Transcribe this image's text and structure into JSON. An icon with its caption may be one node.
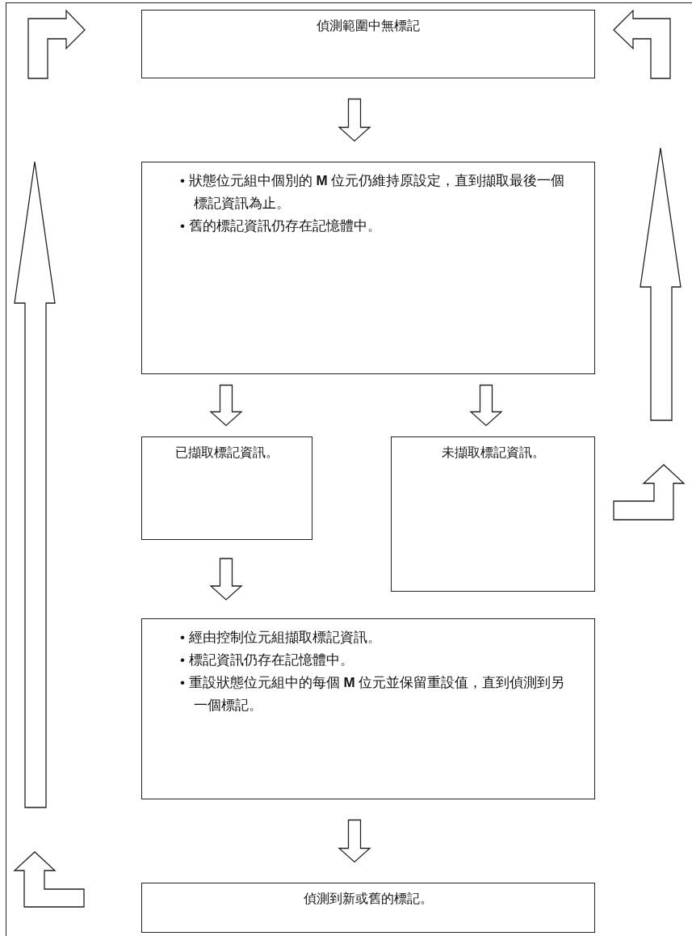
{
  "diagram": {
    "nodes": [
      {
        "text": [
          "偵測範圍中無標記"
        ]
      },
      {
        "text": [
          "• 狀態位元組中個別的 **M** 位元仍維持原設定，直到擷取最後一個標記資訊為止。",
          "• 舊的標記資訊仍存在記憶體中。"
        ]
      },
      {
        "text": [
          "已擷取標記資訊。"
        ]
      },
      {
        "text": [
          "未擷取標記資訊。"
        ]
      },
      {
        "text": [
          "• 經由控制位元組擷取標記資訊。",
          "• 標記資訊仍存在記憶體中。",
          "• 重設狀態位元組中的每個 **M** 位元並保留重設值，直到偵測到另一個標記。"
        ]
      },
      {
        "text": [
          "偵測到新或舊的標記。"
        ]
      }
    ],
    "edges": [
      {
        "from": 0,
        "to": 1,
        "arrow": "to"
      },
      {
        "from": 1,
        "to": 2,
        "arrow": "to"
      },
      {
        "from": 1,
        "to": 3,
        "arrow": "to"
      },
      {
        "from": 2,
        "to": 4,
        "arrow": "to"
      },
      {
        "from": 4,
        "to": 5,
        "arrow": "to"
      }
    ]
  }
}
